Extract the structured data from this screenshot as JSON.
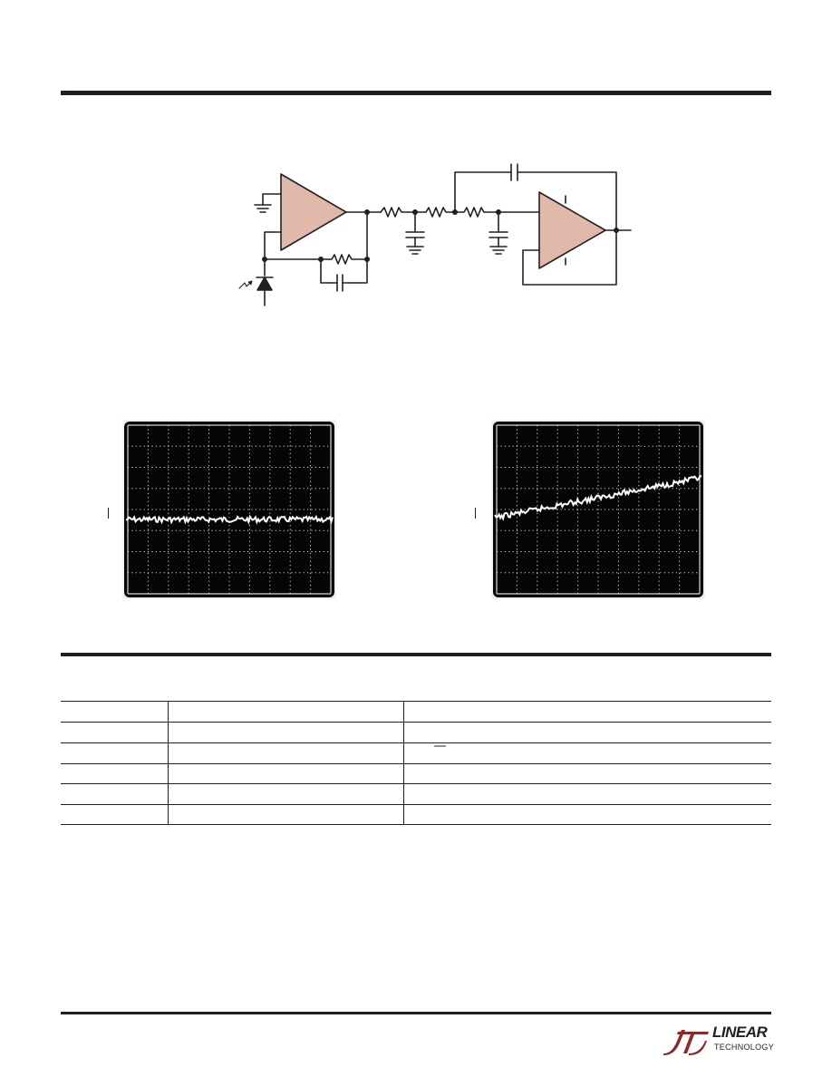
{
  "page": {
    "colors": {
      "rule": "#231f20",
      "amplifier_fill": "#e1b9aa",
      "scope_screen": "#050505",
      "scope_grid": "#d8d8d8",
      "trace": "#ffffff",
      "logo": "#231f20",
      "logo_accent": "#8c2a2a"
    }
  },
  "schematic": {
    "icons": [
      "op-amp",
      "resistor",
      "capacitor",
      "ground",
      "photodiode"
    ]
  },
  "oscilloscopes": [
    {
      "name": "flat-trace",
      "grid": {
        "major_cols": 10,
        "major_rows": 8
      },
      "trace": "flat"
    },
    {
      "name": "rising-trace",
      "grid": {
        "major_cols": 10,
        "major_rows": 8
      },
      "trace": "rising"
    }
  ],
  "table": {
    "rows": 6,
    "columns": 3
  },
  "footer": {
    "logo_word": "LINEAR",
    "logo_sub": "TECHNOLOGY"
  }
}
